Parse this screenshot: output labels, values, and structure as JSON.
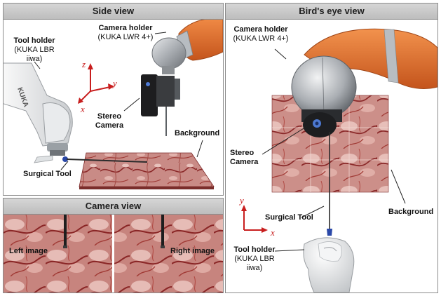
{
  "panels": {
    "side_view": "Side view",
    "camera_view": "Camera view",
    "birds_eye": "Bird's eye view"
  },
  "side": {
    "tool_holder": "Tool holder",
    "tool_holder_model": "(KUKA LBR iiwa)",
    "camera_holder": "Camera holder",
    "camera_holder_model": "(KUKA LWR 4+)",
    "stereo_1": "Stereo",
    "stereo_2": "Camera",
    "background": "Background",
    "surgical_tool": "Surgical Tool",
    "robot_text": "KUKA",
    "axis_x": "x",
    "axis_y": "y",
    "axis_z": "z"
  },
  "camera": {
    "left_image": "Left image",
    "right_image": "Right image"
  },
  "bird": {
    "camera_holder": "Camera holder",
    "camera_holder_model": "(KUKA LWR 4+)",
    "stereo_1": "Stereo",
    "stereo_2": "Camera",
    "surgical_tool": "Surgical Tool",
    "background": "Background",
    "tool_holder": "Tool holder",
    "tool_holder_model": "(KUKA LBR iiwa)",
    "axis_x": "x",
    "axis_y": "y"
  },
  "colors": {
    "axis": "#c81e1e",
    "robot_orange": "#e06a2a",
    "robot_silver": "#a9adb2",
    "tissue": "#c98b86",
    "vessel": "#8c2b2b"
  }
}
